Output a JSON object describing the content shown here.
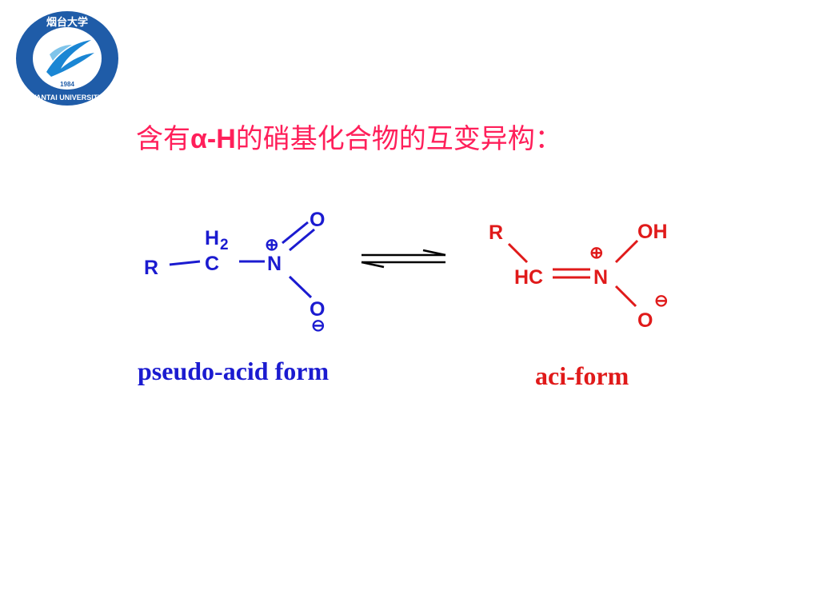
{
  "logo": {
    "year": "1984",
    "text_bottom": "YANTAI UNIVERSITY",
    "text_top": "烟台大学",
    "colors": {
      "ring": "#1f5ca8",
      "bird": "#1a86d4",
      "bg": "#ffffff"
    }
  },
  "title": {
    "prefix": "含有",
    "alpha": "α-H",
    "suffix": "的硝基化合物的互变异构：",
    "color": "#ff1f5a"
  },
  "left_structure": {
    "R": "R",
    "C": "C",
    "H2": "H",
    "H2_sub": "2",
    "N": "N",
    "O_top": "O",
    "O_bottom": "O",
    "plus": "⊕",
    "minus": "⊖",
    "color": "#1b1bd0"
  },
  "right_structure": {
    "R": "R",
    "OH": "OH",
    "HC": "HC",
    "N": "N",
    "O": "O",
    "plus": "⊕",
    "minus": "⊖",
    "color": "#e01a1a"
  },
  "captions": {
    "left": "pseudo-acid form",
    "right": "aci-form"
  }
}
